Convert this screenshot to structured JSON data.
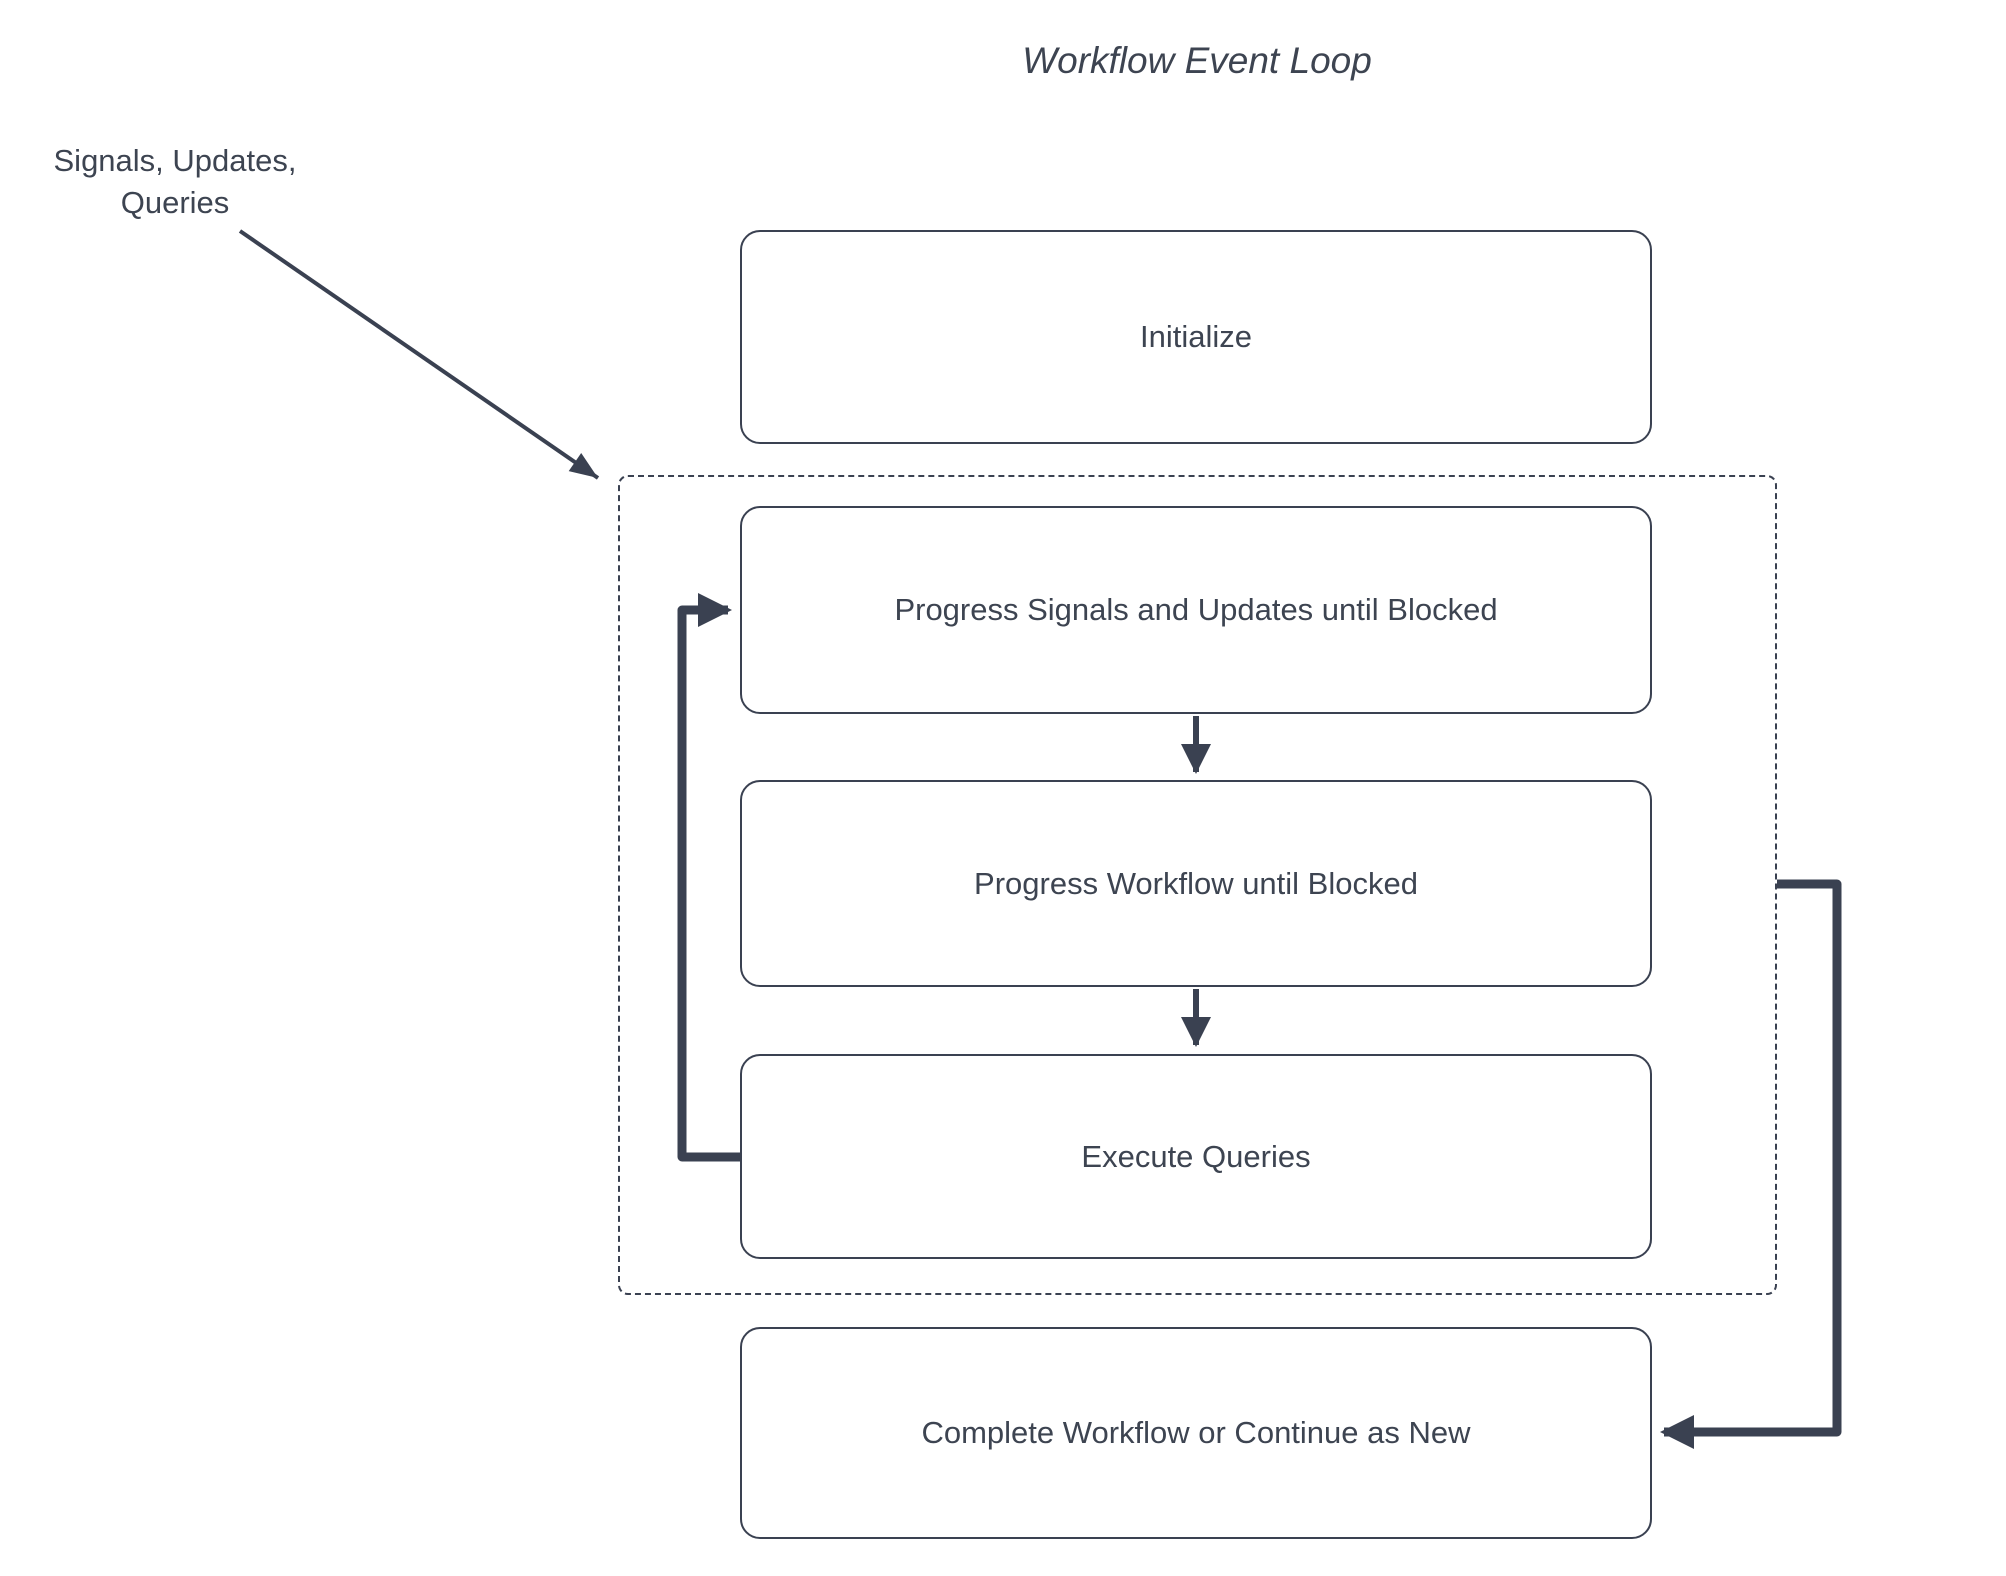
{
  "title": "Workflow Event Loop",
  "annotation": "Signals, Updates, Queries",
  "nodes": {
    "initialize": "Initialize",
    "progress_signals": "Progress Signals and Updates until Blocked",
    "progress_workflow": "Progress Workflow until Blocked",
    "execute_queries": "Execute Queries",
    "complete": "Complete Workflow or Continue as New"
  },
  "colors": {
    "stroke": "#3a4151",
    "text": "#3d4451",
    "node_fill": "#ffffff",
    "background": "#ffffff"
  }
}
